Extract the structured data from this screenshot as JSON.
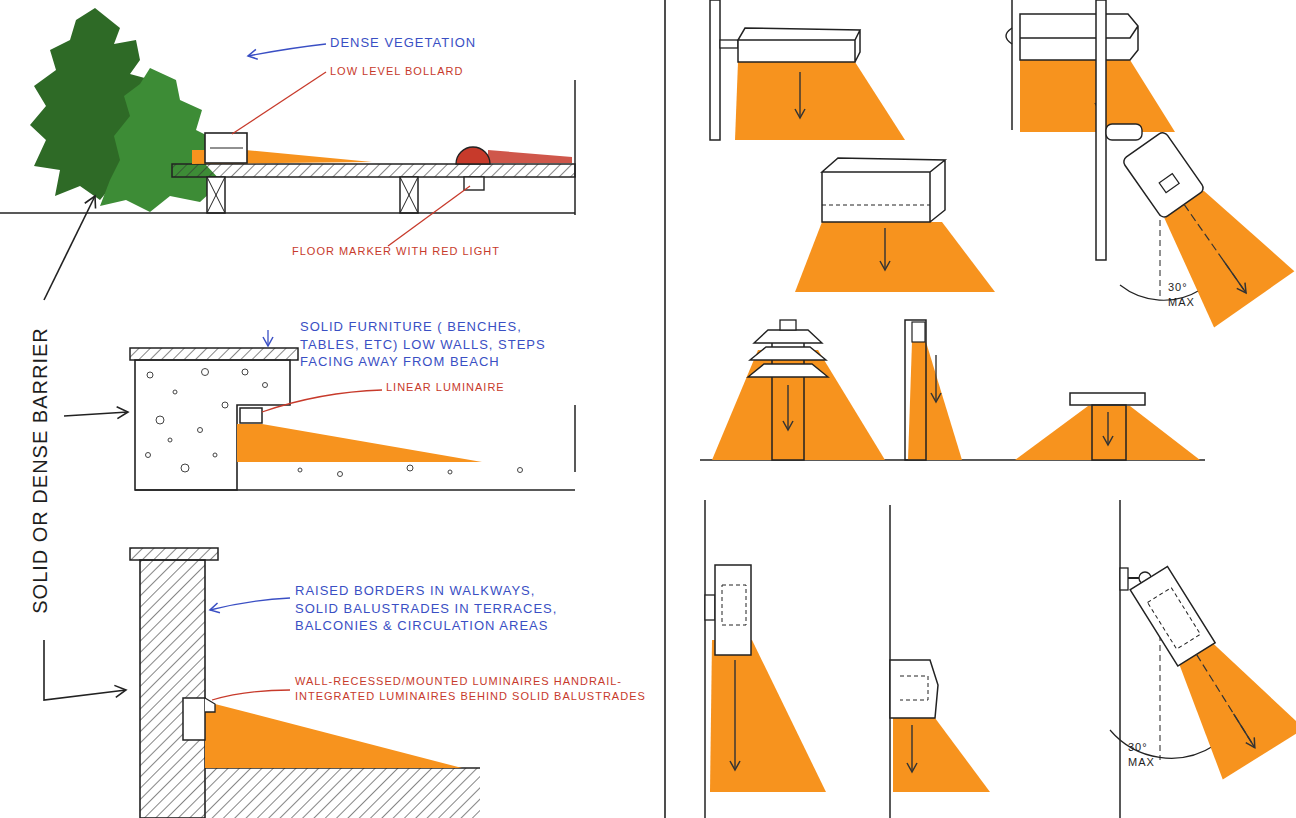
{
  "diagram": {
    "labels": [
      "DENSE VEGETATION",
      "LOW LEVEL BOLLARD",
      "FLOOR MARKER WITH RED LIGHT",
      "SOLID OR DENSE BARRIER",
      "SOLID FURNITURE ( BENCHES, TABLES, ETC) LOW WALLS, STEPS FACING AWAY FROM BEACH",
      "LINEAR LUMINAIRE",
      "RAISED BORDERS IN WALKWAYS, SOLID BALUSTRADES IN TERRACES, BALCONIES & CIRCULATION AREAS",
      "WALL-RECESSED/MOUNTED LUMINAIRES HANDRAIL-INTEGRATED LUMINAIRES BEHIND SOLID BALUSTRADES",
      "30° MAX",
      "30° MAX"
    ]
  }
}
